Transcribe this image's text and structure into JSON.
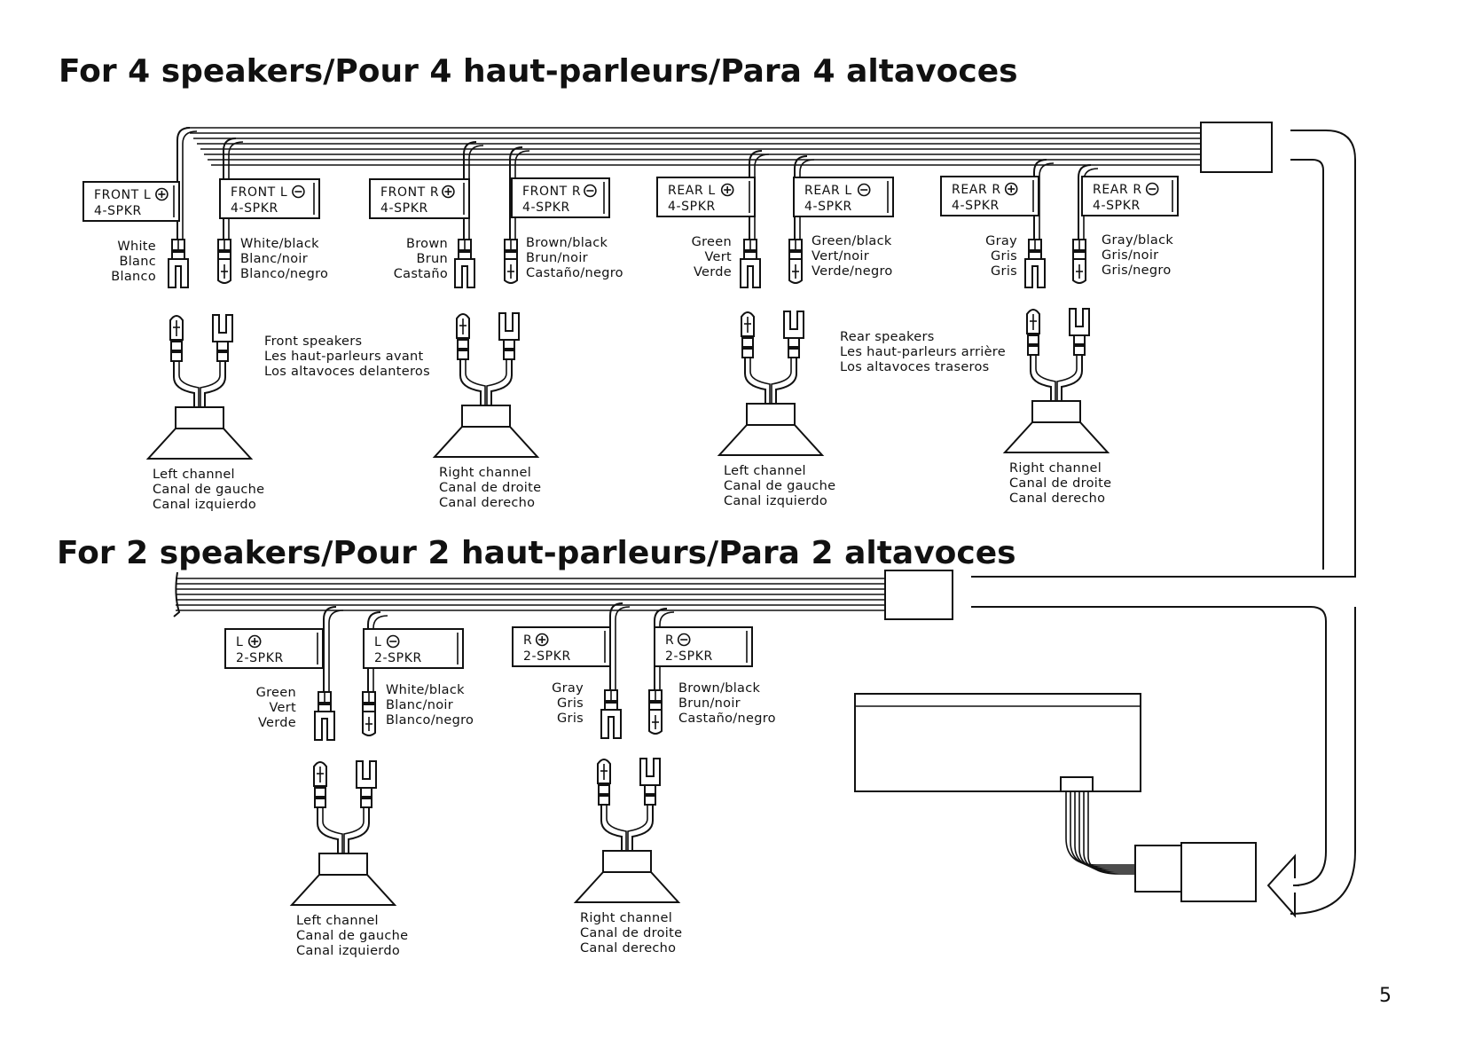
{
  "four_speakers": {
    "heading": "For 4 speakers/Pour 4 haut-parleurs/Para 4 altavoces",
    "terminals": [
      {
        "line1": "FRONT L",
        "polarity": "+",
        "line2": "4-SPKR",
        "colors": [
          "White",
          "Blanc",
          "Blanco"
        ]
      },
      {
        "line1": "FRONT L",
        "polarity": "−",
        "line2": "4-SPKR",
        "colors": [
          "White/black",
          "Blanc/noir",
          "Blanco/negro"
        ]
      },
      {
        "line1": "FRONT R",
        "polarity": "+",
        "line2": "4-SPKR",
        "colors": [
          "Brown",
          "Brun",
          "Castaño"
        ]
      },
      {
        "line1": "FRONT R",
        "polarity": "−",
        "line2": "4-SPKR",
        "colors": [
          "Brown/black",
          "Brun/noir",
          "Castaño/negro"
        ]
      },
      {
        "line1": "REAR L",
        "polarity": "+",
        "line2": "4-SPKR",
        "colors": [
          "Green",
          "Vert",
          "Verde"
        ]
      },
      {
        "line1": "REAR L",
        "polarity": "−",
        "line2": "4-SPKR",
        "colors": [
          "Green/black",
          "Vert/noir",
          "Verde/negro"
        ]
      },
      {
        "line1": "REAR R",
        "polarity": "+",
        "line2": "4-SPKR",
        "colors": [
          "Gray",
          "Gris",
          "Gris"
        ]
      },
      {
        "line1": "REAR R",
        "polarity": "−",
        "line2": "4-SPKR",
        "colors": [
          "Gray/black",
          "Gris/noir",
          "Gris/negro"
        ]
      }
    ],
    "group_labels": {
      "front": [
        "Front speakers",
        "Les haut-parleurs avant",
        "Los altavoces delanteros"
      ],
      "rear": [
        "Rear speakers",
        "Les haut-parleurs arrière",
        "Los altavoces traseros"
      ]
    },
    "speakers": [
      [
        "Left channel",
        "Canal de gauche",
        "Canal izquierdo"
      ],
      [
        "Right channel",
        "Canal de droite",
        "Canal derecho"
      ],
      [
        "Left channel",
        "Canal de gauche",
        "Canal izquierdo"
      ],
      [
        "Right channel",
        "Canal de droite",
        "Canal derecho"
      ]
    ]
  },
  "two_speakers": {
    "heading": "For 2 speakers/Pour 2 haut-parleurs/Para 2 altavoces",
    "terminals": [
      {
        "line1": "L",
        "polarity": "+",
        "line2": "2-SPKR",
        "colors": [
          "Green",
          "Vert",
          "Verde"
        ]
      },
      {
        "line1": "L",
        "polarity": "−",
        "line2": "2-SPKR",
        "colors": [
          "White/black",
          "Blanc/noir",
          "Blanco/negro"
        ]
      },
      {
        "line1": "R",
        "polarity": "+",
        "line2": "2-SPKR",
        "colors": [
          "Gray",
          "Gris",
          "Gris"
        ]
      },
      {
        "line1": "R",
        "polarity": "−",
        "line2": "2-SPKR",
        "colors": [
          "Brown/black",
          "Brun/noir",
          "Castaño/negro"
        ]
      }
    ],
    "speakers": [
      [
        "Left channel",
        "Canal de gauche",
        "Canal izquierdo"
      ],
      [
        "Right channel",
        "Canal de droite",
        "Canal derecho"
      ]
    ]
  },
  "page_number": "5"
}
